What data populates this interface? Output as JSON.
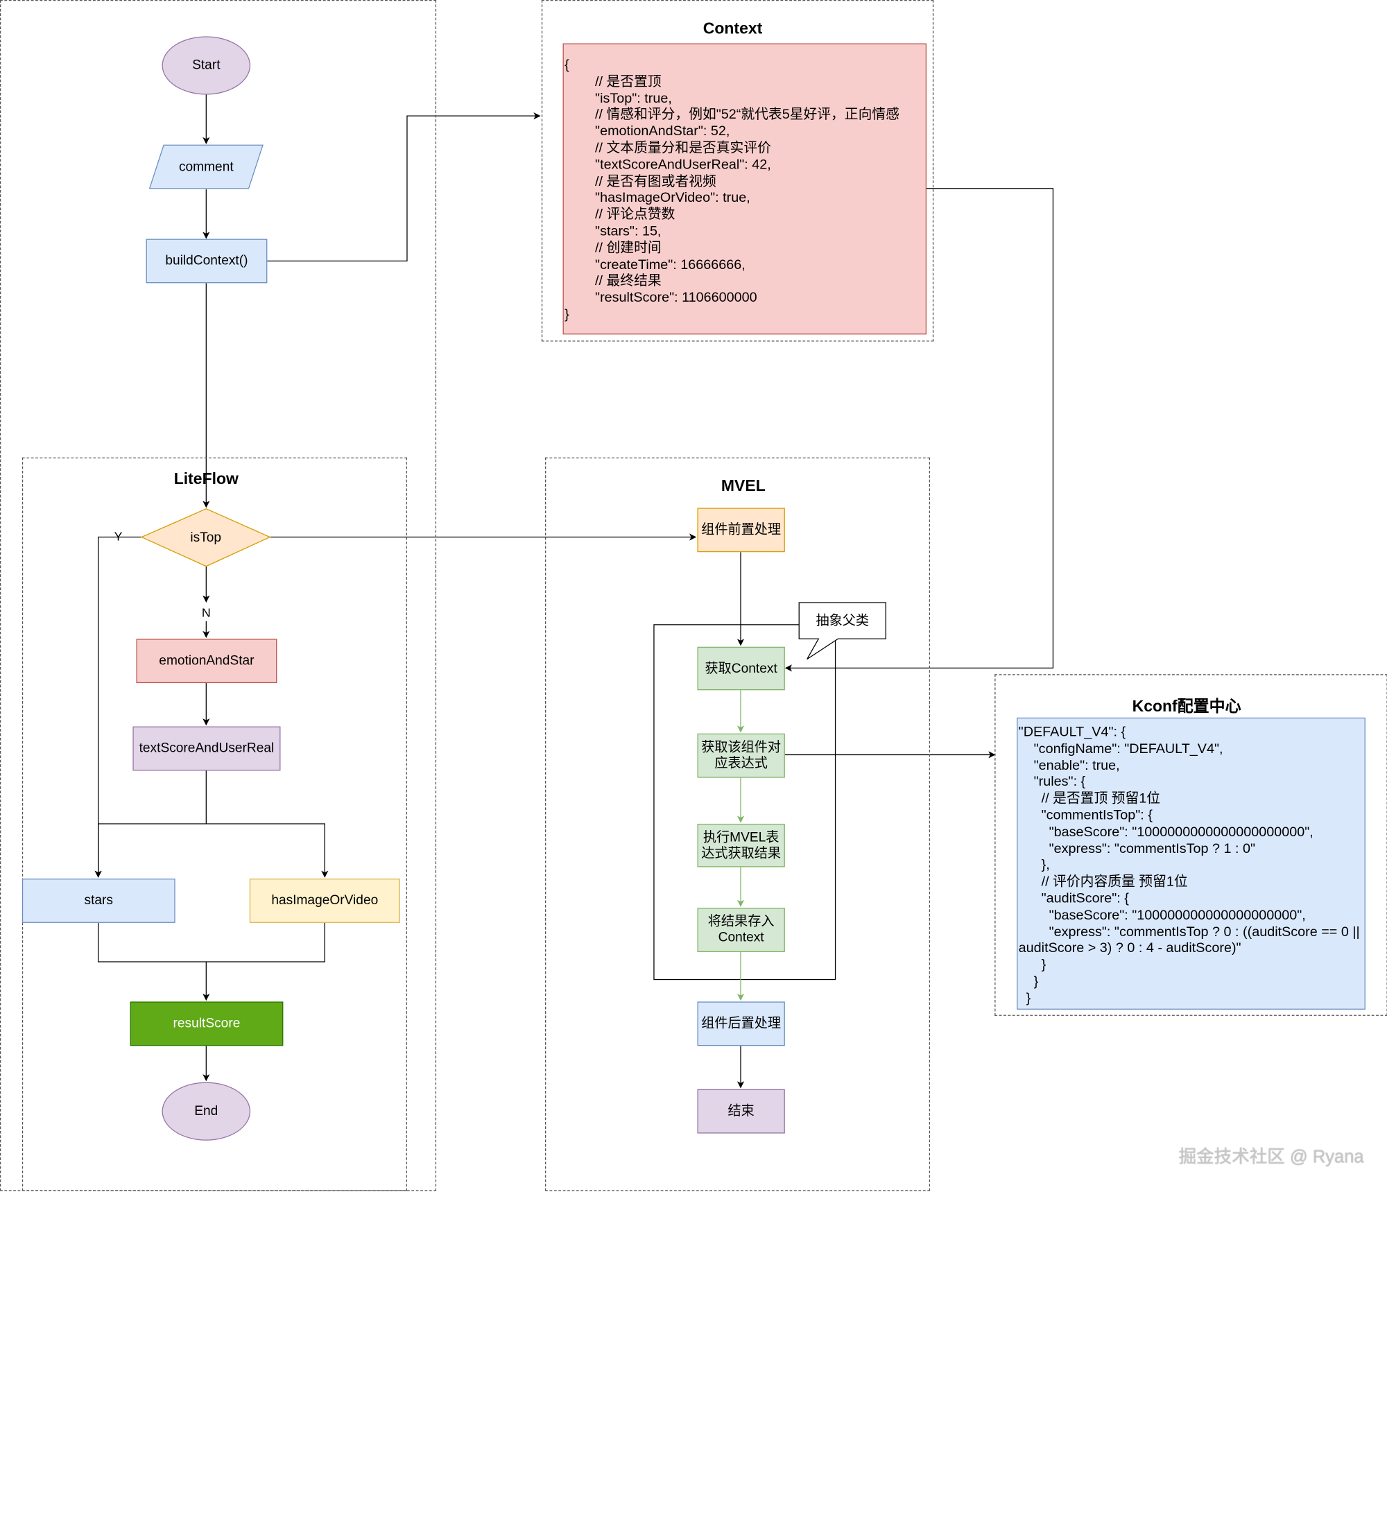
{
  "frames": {
    "context_title": "Context",
    "liteflow_title": "LiteFlow",
    "mvel_title": "MVEL",
    "kconf_title": "Kconf配置中心"
  },
  "flow": {
    "start": "Start",
    "comment": "comment",
    "build_context": "buildContext()",
    "is_top": "isTop",
    "yes_label": "Y",
    "no_label": "N",
    "emotion_and_star": "emotionAndStar",
    "text_score": "textScoreAndUserReal",
    "stars": "stars",
    "has_image": "hasImageOrVideo",
    "result_score": "resultScore",
    "end": "End"
  },
  "mvel": {
    "pre_process": "组件前置处理",
    "get_context": "获取Context",
    "get_expression": "获取该组件对\n应表达式",
    "execute": "执行MVEL表\n达式获取结果",
    "store_result": "将结果存入\nContext",
    "post_process": "组件后置处理",
    "finish": "结束",
    "callout": "抽象父类"
  },
  "context_code": "{\n        // 是否置顶\n        \"isTop\": true,\n        // 情感和评分，例如\"52“就代表5星好评，正向情感\n        \"emotionAndStar\": 52,\n        // 文本质量分和是否真实评价\n        \"textScoreAndUserReal\": 42,\n        // 是否有图或者视频\n        \"hasImageOrVideo\": true,\n        // 评论点赞数\n        \"stars\": 15,\n        // 创建时间\n        \"createTime\": 16666666,\n        // 最终结果\n        \"resultScore\": 1106600000\n}",
  "kconf_code": "\"DEFAULT_V4\": {\n    \"configName\": \"DEFAULT_V4\",\n    \"enable\": true,\n    \"rules\": {\n      // 是否置顶 预留1位\n      \"commentIsTop\": {\n        \"baseScore\": \"1000000000000000000000\",\n        \"express\": \"commentIsTop ? 1 : 0\"\n      },\n      // 评价内容质量 预留1位\n      \"auditScore\": {\n        \"baseScore\": \"100000000000000000000\",\n        \"express\": \"commentIsTop ? 0 : ((auditScore == 0 ||\nauditScore > 3) ? 0 : 4 - auditScore)\"\n      }\n    }\n  }",
  "watermark": "掘金技术社区 @ Ryana",
  "colors": {
    "start_end_fill": "#e1d5e7",
    "start_end_border": "#9673a6",
    "blue_fill": "#dae8fc",
    "blue_border": "#6c8ebf",
    "red_fill": "#f8cecc",
    "red_border": "#b85450",
    "orange_fill": "#ffe6cc",
    "orange_border": "#d79b00",
    "green_fill": "#d5e8d4",
    "green_border": "#82b366",
    "yellow_fill": "#fff2cc",
    "yellow_border": "#d6b656",
    "result_fill": "#60a917",
    "result_border": "#2d7600"
  }
}
